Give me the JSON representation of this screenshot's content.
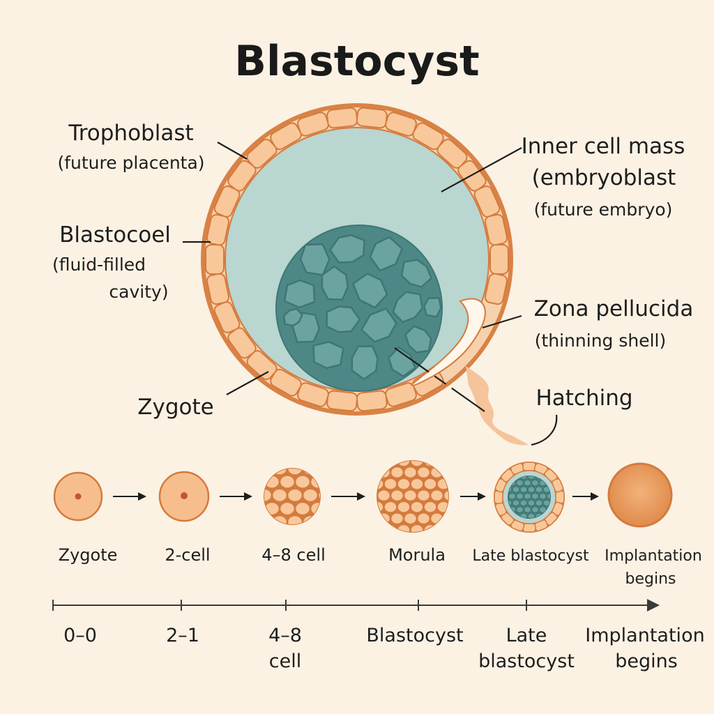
{
  "title": "Blastocyst",
  "labels": {
    "trophoblast": {
      "name": "Trophoblast",
      "note": "(future placenta)"
    },
    "blastocoel": {
      "name": "Blastocoel",
      "note_line1": "(fluid-filled",
      "note_line2": "cavity)"
    },
    "zygote": {
      "name": "Zygote"
    },
    "inner_cell_mass": {
      "name_line1": "Inner cell mass",
      "name_line2": "(embryoblast",
      "note": "(future embryo)"
    },
    "zona_pellucida": {
      "name": "Zona pellucida",
      "note": "(thinning shell)"
    },
    "hatching": {
      "name": "Hatching"
    }
  },
  "stages": [
    {
      "label": "Zygote"
    },
    {
      "label": "2-cell"
    },
    {
      "label": "4–8 cell"
    },
    {
      "label": "Morula"
    },
    {
      "label": "Late blastocyst"
    },
    {
      "label_line1": "Implantation",
      "label_line2": "begins"
    }
  ],
  "timeline": [
    {
      "label": "0–0"
    },
    {
      "label": "2–1"
    },
    {
      "label_line1": "4–8",
      "label_line2": "cell"
    },
    {
      "label": "Blastocyst"
    },
    {
      "label_line1": "Late",
      "label_line2": "blastocyst"
    },
    {
      "label_line1": "Implantation",
      "label_line2": "begins"
    }
  ],
  "colors": {
    "background": "#fbf2e4",
    "trophoblast_cell": "#f8c89a",
    "trophoblast_outline": "#d47a3e",
    "blastocoel_fluid": "#b9d6d0",
    "inner_cell_mass": "#5f9997",
    "inner_cell_mass_outline": "#3f7674"
  }
}
